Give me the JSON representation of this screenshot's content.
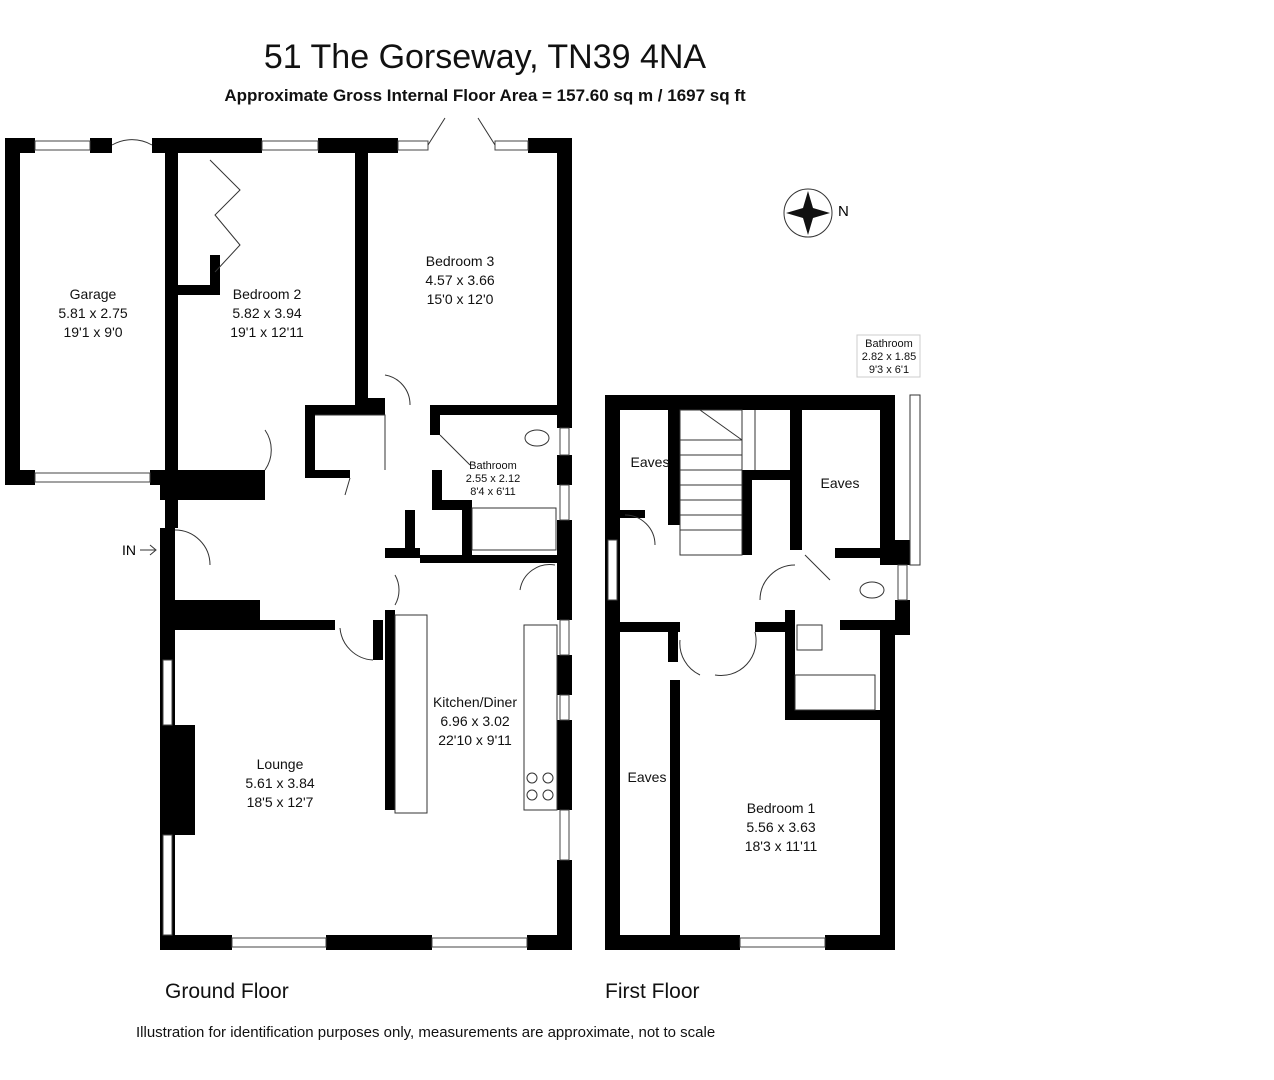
{
  "header": {
    "title": "51 The Gorseway, TN39 4NA",
    "subtitle": "Approximate Gross Internal Floor Area = 157.60 sq m / 1697 sq ft"
  },
  "compass": {
    "label": "N",
    "icon": "compass-rose-icon"
  },
  "entrance": {
    "label": "IN"
  },
  "ground_floor": {
    "label": "Ground Floor",
    "rooms": [
      {
        "name": "Garage",
        "metric": "5.81 x 2.75",
        "imperial": "19'1 x 9'0"
      },
      {
        "name": "Bedroom 2",
        "metric": "5.82 x 3.94",
        "imperial": "19'1 x 12'11"
      },
      {
        "name": "Bedroom 3",
        "metric": "4.57 x 3.66",
        "imperial": "15'0 x 12'0"
      },
      {
        "name": "Bathroom",
        "metric": "2.55 x 2.12",
        "imperial": "8'4 x 6'11"
      },
      {
        "name": "Lounge",
        "metric": "5.61 x 3.84",
        "imperial": "18'5 x 12'7"
      },
      {
        "name": "Kitchen/Diner",
        "metric": "6.96 x 3.02",
        "imperial": "22'10 x 9'11"
      }
    ]
  },
  "first_floor": {
    "label": "First Floor",
    "rooms": [
      {
        "name": "Eaves"
      },
      {
        "name": "Eaves"
      },
      {
        "name": "Eaves"
      },
      {
        "name": "Bedroom 1",
        "metric": "5.56 x 3.63",
        "imperial": "18'3 x 11'11"
      },
      {
        "name": "Bathroom",
        "metric": "2.82 x 1.85",
        "imperial": "9'3 x 6'1"
      }
    ]
  },
  "disclaimer": "Illustration for identification purposes only, measurements are approximate, not to scale"
}
